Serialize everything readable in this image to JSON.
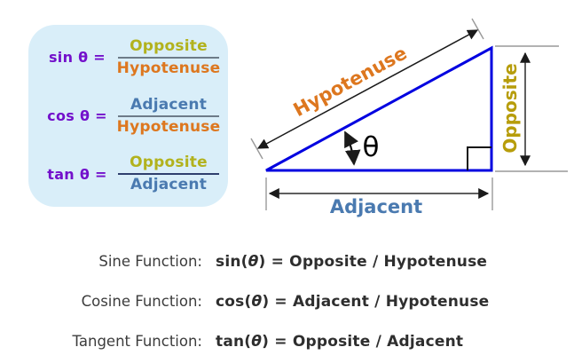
{
  "formula_card": {
    "rows": [
      {
        "label": "sin θ =",
        "numerator": "Opposite",
        "denominator": "Hypotenuse"
      },
      {
        "label": "cos θ =",
        "numerator": "Adjacent",
        "denominator": "Hypotenuse"
      },
      {
        "label": "tan θ =",
        "numerator": "Opposite",
        "denominator": "Adjacent"
      }
    ]
  },
  "diagram": {
    "labels": {
      "hypotenuse": "Hypotenuse",
      "opposite": "Opposite",
      "adjacent": "Adjacent",
      "angle": "θ"
    }
  },
  "definitions": [
    {
      "name": "Sine Function:",
      "prefix": "sin(",
      "theta": "θ",
      "suffix": ") = Opposite / Hypotenuse"
    },
    {
      "name": "Cosine Function:",
      "prefix": "cos(",
      "theta": "θ",
      "suffix": ") = Adjacent / Hypotenuse"
    },
    {
      "name": "Tangent Function:",
      "prefix": "tan(",
      "theta": "θ",
      "suffix": ") = Opposite / Adjacent"
    }
  ],
  "colors": {
    "card_bg": "#d9eef9",
    "function_purple": "#7310cb",
    "opposite_olive": "#b2b21d",
    "hypotenuse_orange": "#dd771f",
    "adjacent_blue": "#4a7ab0",
    "opposite_gold": "#b79d0b",
    "triangle_blue": "#0000e0",
    "fraction_bar_gray": "#6d7b88",
    "fraction_bar_navy": "#2f3f6e",
    "definition_text": "#3c3c3c"
  }
}
